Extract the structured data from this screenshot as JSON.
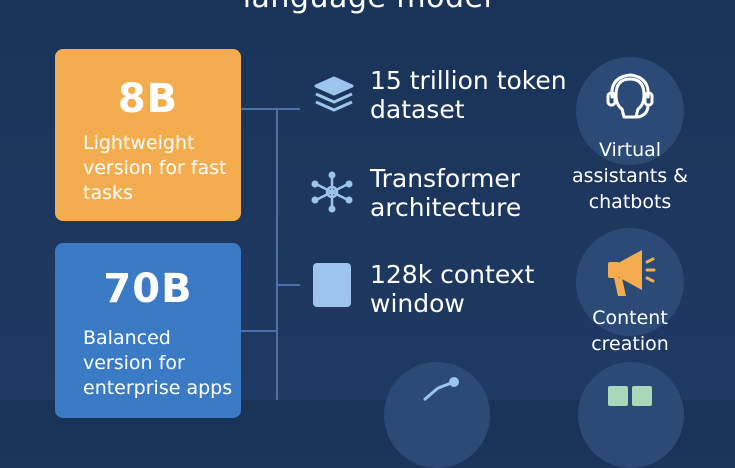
{
  "title": "language model",
  "cards": [
    {
      "size": "8B",
      "description": "Lightweight version for fast tasks",
      "color": "#f3ad4e"
    },
    {
      "size": "70B",
      "description": "Balanced version for enterprise apps",
      "color": "#3b7bc6"
    }
  ],
  "features": [
    {
      "icon": "layers-icon",
      "label": "15 trillion token dataset"
    },
    {
      "icon": "network-icon",
      "label": "Transformer architecture"
    },
    {
      "icon": "square-icon",
      "label": "128k context window"
    }
  ],
  "use_cases": [
    {
      "icon": "headset-icon",
      "label": "Virtual assistants & chatbots"
    },
    {
      "icon": "megaphone-icon",
      "label": "Content creation"
    }
  ],
  "colors": {
    "background": "#1d3557",
    "accent_orange": "#f3ad4e",
    "accent_blue": "#3b7bc6",
    "icon_light_blue": "#9cc4ec",
    "icon_yellow": "#f3ad4e"
  }
}
